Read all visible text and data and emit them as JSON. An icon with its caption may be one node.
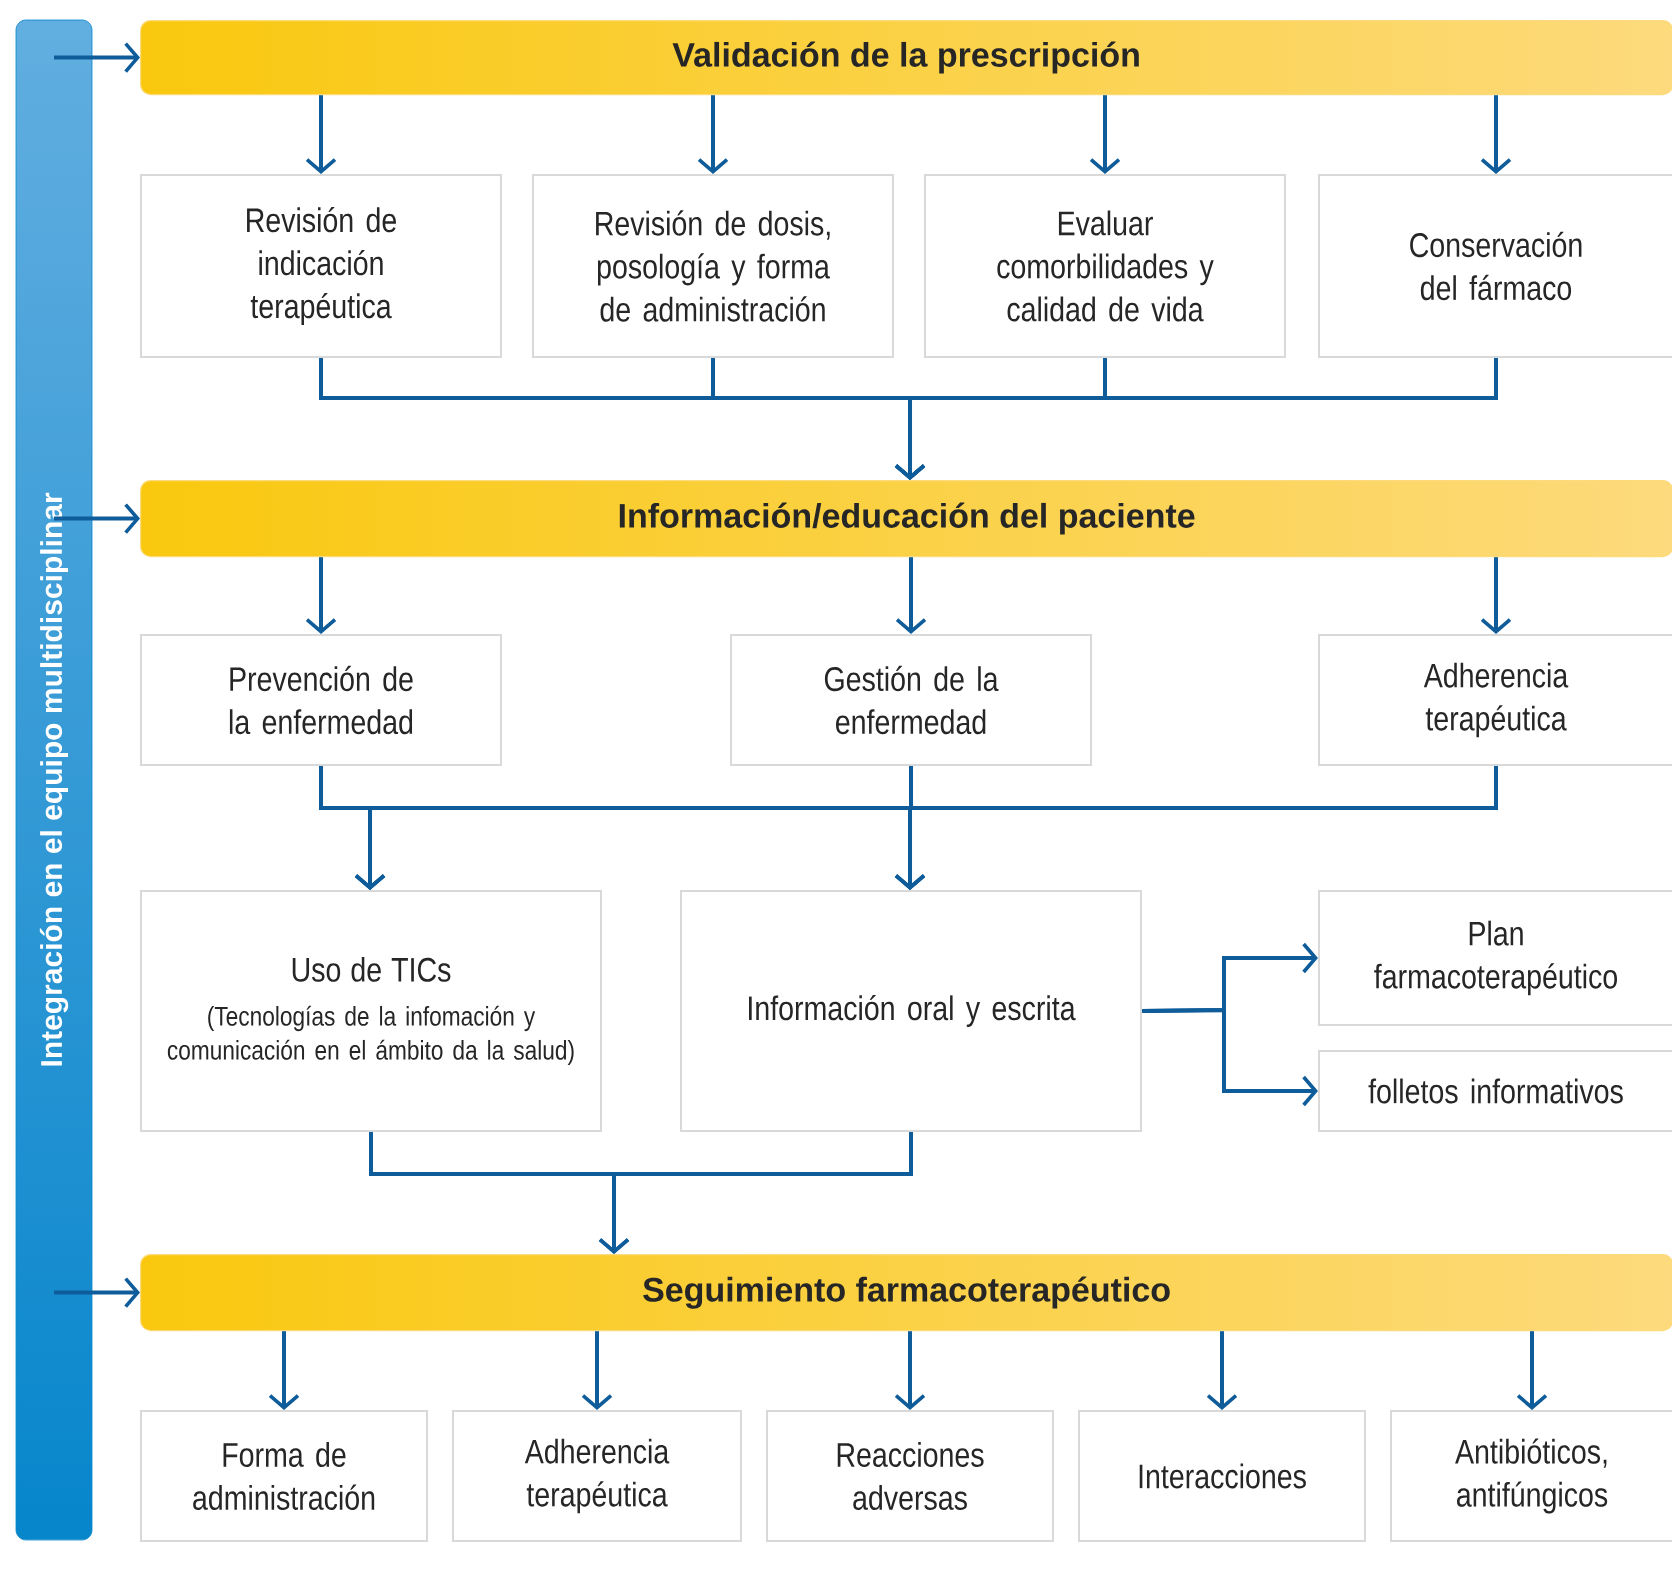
{
  "diagram": {
    "nodes": [
      {
        "text": [
          "Integración en el equipo multidisciplinar"
        ]
      },
      {
        "text": [
          "Validación de la prescripción"
        ]
      },
      {
        "text": [
          "Revisión de indicación terapéutica"
        ]
      },
      {
        "text": [
          "Revisión de dosis, posología y forma de administración"
        ]
      },
      {
        "text": [
          "Evaluar comorbilidades y calidad de vida"
        ]
      },
      {
        "text": [
          "Conservación del fármaco"
        ]
      },
      {
        "text": [
          "Información/educación del paciente"
        ]
      },
      {
        "text": [
          "Prevención de la enfermedad"
        ]
      },
      {
        "text": [
          "Gestión de la enfermedad"
        ]
      },
      {
        "text": [
          "Adherencia terapéutica"
        ]
      },
      {
        "text": [
          "Uso de TICs",
          "(Tecnologías de la infomación y comunicación en el ámbito da la salud)"
        ]
      },
      {
        "text": [
          "Información oral y escrita"
        ]
      },
      {
        "text": [
          "Plan farmacoterapéutico"
        ]
      },
      {
        "text": [
          "folletos informativos"
        ]
      },
      {
        "text": [
          "Seguimiento farmacoterapéutico"
        ]
      },
      {
        "text": [
          "Forma de administración"
        ]
      },
      {
        "text": [
          "Adherencia terapéutica"
        ]
      },
      {
        "text": [
          "Reacciones adversas"
        ]
      },
      {
        "text": [
          "Interacciones"
        ]
      },
      {
        "text": [
          "Antibióticos, antifúngicos"
        ]
      }
    ],
    "edges": [
      {
        "from": 0,
        "to": 1,
        "arrow": "to"
      },
      {
        "from": 0,
        "to": 6,
        "arrow": "to"
      },
      {
        "from": 0,
        "to": 14,
        "arrow": "to"
      },
      {
        "from": 1,
        "to": 2,
        "arrow": "to"
      },
      {
        "from": 1,
        "to": 3,
        "arrow": "to"
      },
      {
        "from": 1,
        "to": 4,
        "arrow": "to"
      },
      {
        "from": 1,
        "to": 5,
        "arrow": "to"
      },
      {
        "from": 2,
        "to": 6,
        "arrow": "to"
      },
      {
        "from": 3,
        "to": 6,
        "arrow": "to"
      },
      {
        "from": 4,
        "to": 6,
        "arrow": "to"
      },
      {
        "from": 5,
        "to": 6,
        "arrow": "to"
      },
      {
        "from": 6,
        "to": 7,
        "arrow": "to"
      },
      {
        "from": 6,
        "to": 8,
        "arrow": "to"
      },
      {
        "from": 6,
        "to": 9,
        "arrow": "to"
      },
      {
        "from": 7,
        "to": 10,
        "arrow": "to"
      },
      {
        "from": 7,
        "to": 11,
        "arrow": "to"
      },
      {
        "from": 8,
        "to": 10,
        "arrow": "to"
      },
      {
        "from": 8,
        "to": 11,
        "arrow": "to"
      },
      {
        "from": 9,
        "to": 10,
        "arrow": "to"
      },
      {
        "from": 9,
        "to": 11,
        "arrow": "to"
      },
      {
        "from": 11,
        "to": 12,
        "arrow": "to"
      },
      {
        "from": 11,
        "to": 13,
        "arrow": "to"
      },
      {
        "from": 10,
        "to": 14,
        "arrow": "to"
      },
      {
        "from": 11,
        "to": 14,
        "arrow": "to"
      },
      {
        "from": 14,
        "to": 15,
        "arrow": "to"
      },
      {
        "from": 14,
        "to": 16,
        "arrow": "to"
      },
      {
        "from": 14,
        "to": 17,
        "arrow": "to"
      },
      {
        "from": 14,
        "to": 18,
        "arrow": "to"
      },
      {
        "from": 14,
        "to": 19,
        "arrow": "to"
      }
    ]
  }
}
